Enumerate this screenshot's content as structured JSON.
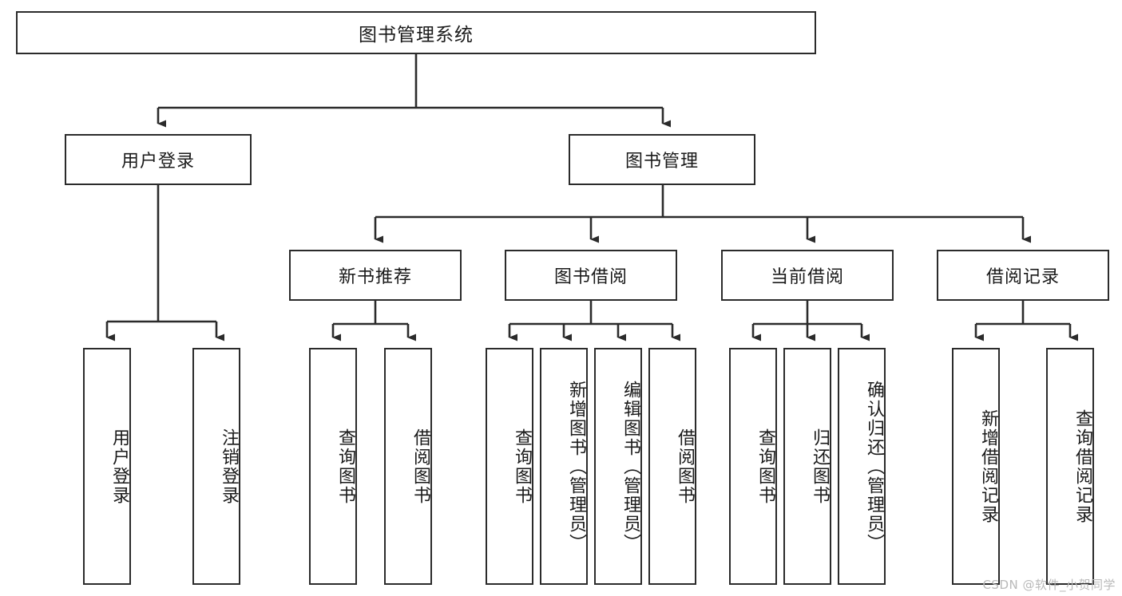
{
  "diagram": {
    "title": "图书管理系统",
    "type": "tree",
    "orientation": "top-down",
    "colors": {
      "box_border": "#2b2b2b",
      "box_fill": "#ffffff",
      "connector": "#2b2b2b",
      "text": "#1a1a1a",
      "watermark": "#b9b9b9",
      "background": "#ffffff"
    },
    "nodes": {
      "root": {
        "label": "图书管理系统",
        "level": 1
      },
      "level2": [
        {
          "id": "user-login",
          "label": "用户登录"
        },
        {
          "id": "book-manage",
          "label": "图书管理"
        }
      ],
      "level3": [
        {
          "id": "new-book-rec",
          "label": "新书推荐"
        },
        {
          "id": "book-borrow",
          "label": "图书借阅"
        },
        {
          "id": "current-borrow",
          "label": "当前借阅"
        },
        {
          "id": "borrow-record",
          "label": "借阅记录"
        }
      ],
      "leaves": {
        "user-login": [
          {
            "id": "leaf-user-login",
            "label": "用户登录"
          },
          {
            "id": "leaf-user-logout",
            "label": "注销登录"
          }
        ],
        "new-book-rec": [
          {
            "id": "leaf-query-book-1",
            "label": "查询图书"
          },
          {
            "id": "leaf-borrow-book-1",
            "label": "借阅图书"
          }
        ],
        "book-borrow": [
          {
            "id": "leaf-query-book-2",
            "label": "查询图书"
          },
          {
            "id": "leaf-add-book",
            "label": "新增图书（管理员）"
          },
          {
            "id": "leaf-edit-book",
            "label": "编辑图书（管理员）"
          },
          {
            "id": "leaf-borrow-book-2",
            "label": "借阅图书"
          }
        ],
        "current-borrow": [
          {
            "id": "leaf-query-book-3",
            "label": "查询图书"
          },
          {
            "id": "leaf-return-book",
            "label": "归还图书"
          },
          {
            "id": "leaf-confirm-return",
            "label": "确认归还（管理员）"
          }
        ],
        "borrow-record": [
          {
            "id": "leaf-add-record",
            "label": "新增借阅记录"
          },
          {
            "id": "leaf-query-record",
            "label": "查询借阅记录"
          }
        ]
      }
    },
    "edges": [
      {
        "from": "图书管理系统",
        "to": "用户登录"
      },
      {
        "from": "图书管理系统",
        "to": "图书管理"
      },
      {
        "from": "用户登录",
        "to": "用户登录"
      },
      {
        "from": "用户登录",
        "to": "注销登录"
      },
      {
        "from": "图书管理",
        "to": "新书推荐"
      },
      {
        "from": "图书管理",
        "to": "图书借阅"
      },
      {
        "from": "图书管理",
        "to": "当前借阅"
      },
      {
        "from": "图书管理",
        "to": "借阅记录"
      },
      {
        "from": "新书推荐",
        "to": "查询图书"
      },
      {
        "from": "新书推荐",
        "to": "借阅图书"
      },
      {
        "from": "图书借阅",
        "to": "查询图书"
      },
      {
        "from": "图书借阅",
        "to": "新增图书（管理员）"
      },
      {
        "from": "图书借阅",
        "to": "编辑图书（管理员）"
      },
      {
        "from": "图书借阅",
        "to": "借阅图书"
      },
      {
        "from": "当前借阅",
        "to": "查询图书"
      },
      {
        "from": "当前借阅",
        "to": "归还图书"
      },
      {
        "from": "当前借阅",
        "to": "确认归还（管理员）"
      },
      {
        "from": "借阅记录",
        "to": "新增借阅记录"
      },
      {
        "from": "借阅记录",
        "to": "查询借阅记录"
      }
    ]
  },
  "watermark": {
    "text": "CSDN @软件_小贺同学"
  }
}
